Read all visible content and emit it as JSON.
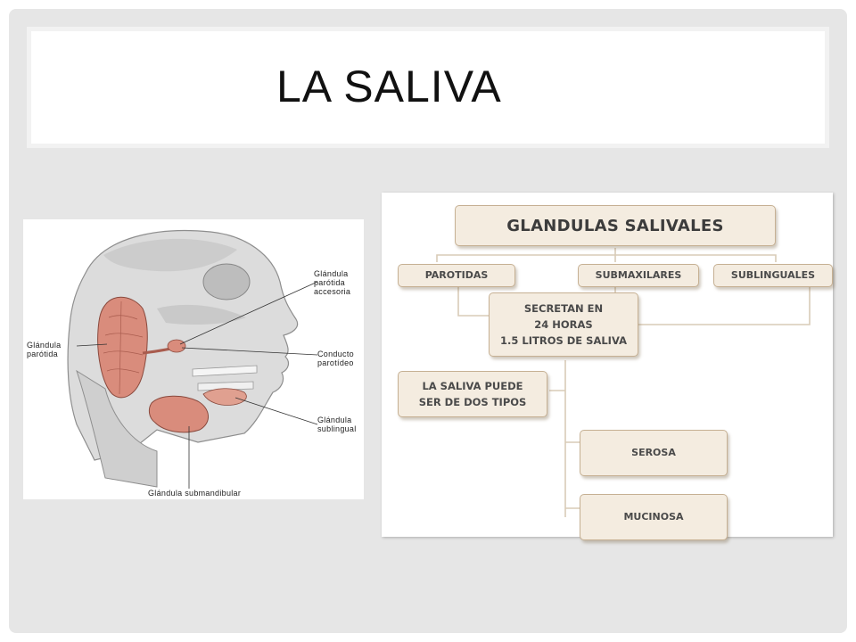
{
  "title": "LA SALIVA",
  "anatomy": {
    "labels": {
      "parotida_accesoria": "Glándula\nparótida\naccesoria",
      "parotida": "Glándula\nparótida",
      "conducto": "Conducto\nparotídeo",
      "sublingual": "Glándula\nsublingual",
      "submandibular": "Glándula submandibular"
    }
  },
  "diagram": {
    "root": "GLANDULAS SALIVALES",
    "parotidas": "PAROTIDAS",
    "submaxilares": "SUBMAXILARES",
    "sublinguales": "SUBLINGUALES",
    "secretan": "SECRETAN EN\n24 HORAS\n1.5 LITROS DE SALIVA",
    "tipos": "LA SALIVA PUEDE\nSER DE DOS TIPOS",
    "serosa": "SEROSA",
    "mucinosa": "MUCINOSA"
  },
  "colors": {
    "node_fill": "#f4ece0",
    "node_border": "#c6b093",
    "gland": "#d98c7c"
  }
}
